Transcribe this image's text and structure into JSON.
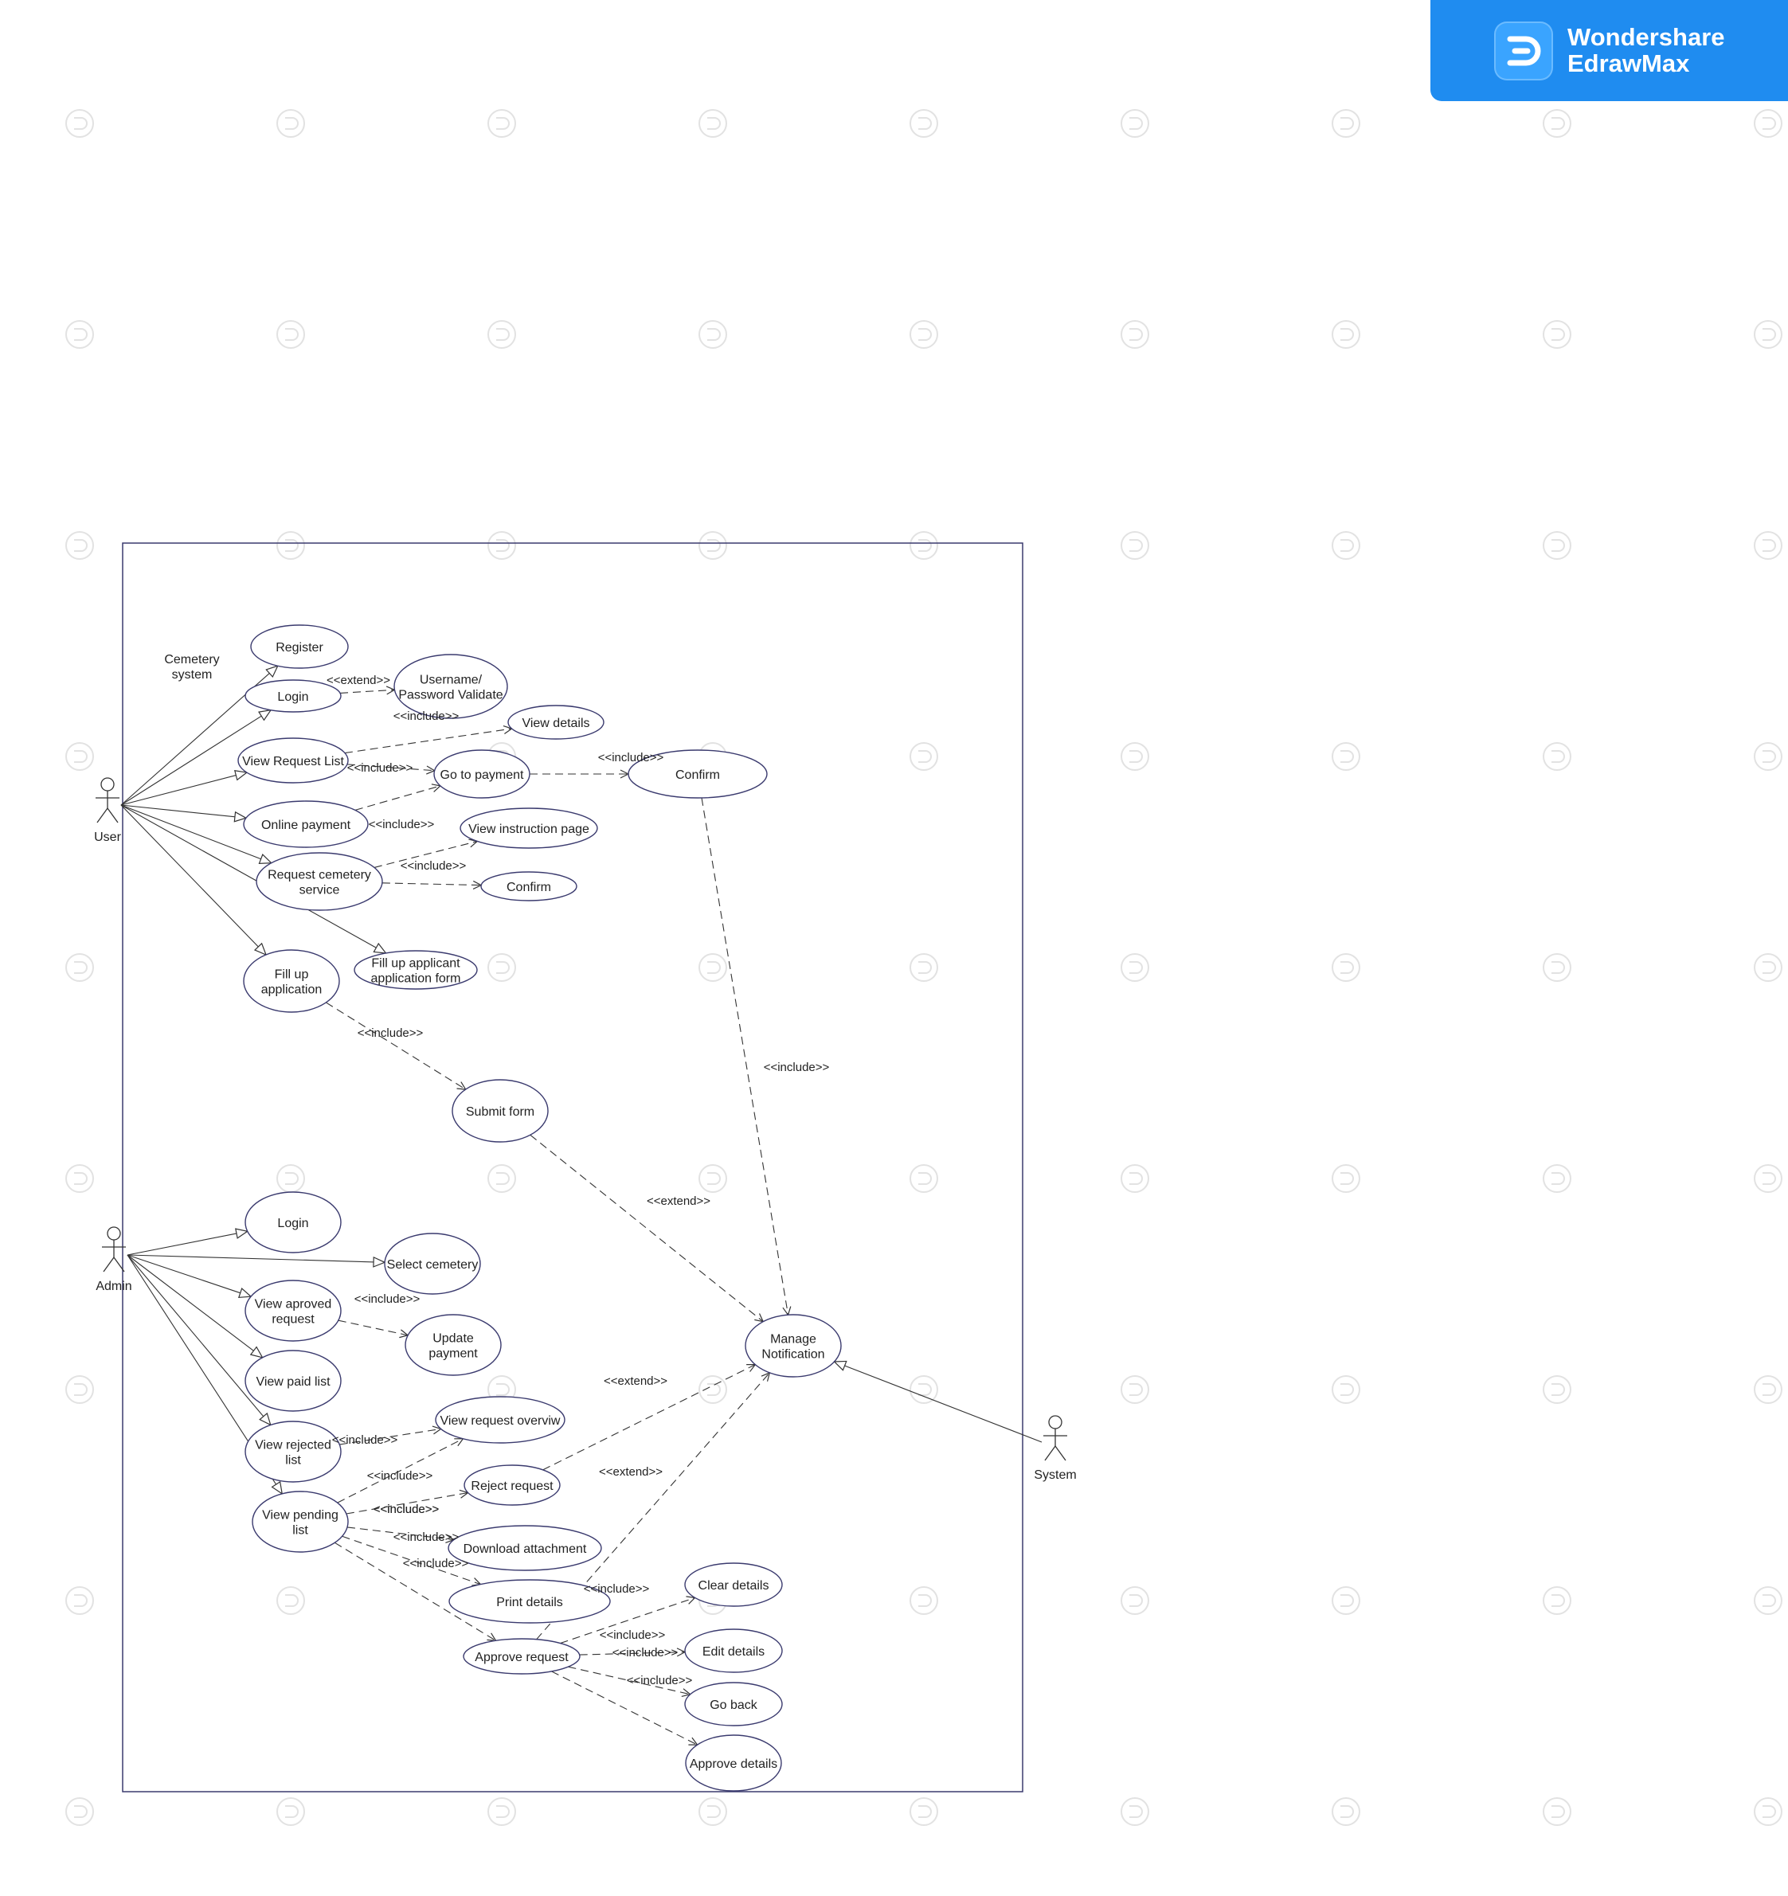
{
  "brand": {
    "line1": "Wondershare",
    "line2": "EdrawMax"
  },
  "system": {
    "label_line1": "Cemetery",
    "label_line2": "system"
  },
  "actors": [
    {
      "id": "user",
      "label": "User"
    },
    {
      "id": "admin",
      "label": "Admin"
    },
    {
      "id": "system",
      "label": "System"
    }
  ],
  "use_cases": [
    {
      "id": "register",
      "lines": [
        "Register"
      ]
    },
    {
      "id": "login-user",
      "lines": [
        "Login"
      ]
    },
    {
      "id": "validate",
      "lines": [
        "Username/",
        "Password Validate"
      ]
    },
    {
      "id": "view-details",
      "lines": [
        "View details"
      ]
    },
    {
      "id": "view-request-list",
      "lines": [
        "View Request List"
      ]
    },
    {
      "id": "go-to-payment",
      "lines": [
        "Go to payment"
      ]
    },
    {
      "id": "confirm-payment",
      "lines": [
        "Confirm"
      ]
    },
    {
      "id": "online-payment",
      "lines": [
        "Online payment"
      ]
    },
    {
      "id": "view-instruction",
      "lines": [
        "View instruction page"
      ]
    },
    {
      "id": "request-service",
      "lines": [
        "Request cemetery",
        "service"
      ]
    },
    {
      "id": "confirm-service",
      "lines": [
        "Confirm"
      ]
    },
    {
      "id": "fill-up-application",
      "lines": [
        "Fill up",
        "application"
      ]
    },
    {
      "id": "fill-up-form",
      "lines": [
        "Fill up applicant",
        "application form"
      ]
    },
    {
      "id": "submit-form",
      "lines": [
        "Submit form"
      ]
    },
    {
      "id": "login-admin",
      "lines": [
        "Login"
      ]
    },
    {
      "id": "select-cemetery",
      "lines": [
        "Select cemetery"
      ]
    },
    {
      "id": "view-approved",
      "lines": [
        "View aproved",
        "request"
      ]
    },
    {
      "id": "update-payment",
      "lines": [
        "Update",
        "payment"
      ]
    },
    {
      "id": "view-paid",
      "lines": [
        "View paid list"
      ]
    },
    {
      "id": "manage-notification",
      "lines": [
        "Manage",
        "Notification"
      ]
    },
    {
      "id": "view-rejected",
      "lines": [
        "View rejected",
        "list"
      ]
    },
    {
      "id": "view-overview",
      "lines": [
        "View request overviw"
      ]
    },
    {
      "id": "reject-request",
      "lines": [
        "Reject request"
      ]
    },
    {
      "id": "view-pending",
      "lines": [
        "View pending",
        "list"
      ]
    },
    {
      "id": "download-attachment",
      "lines": [
        "Download attachment"
      ]
    },
    {
      "id": "print-details",
      "lines": [
        "Print details"
      ]
    },
    {
      "id": "clear-details",
      "lines": [
        "Clear details"
      ]
    },
    {
      "id": "approve-request",
      "lines": [
        "Approve request"
      ]
    },
    {
      "id": "edit-details",
      "lines": [
        "Edit details"
      ]
    },
    {
      "id": "go-back",
      "lines": [
        "Go back"
      ]
    },
    {
      "id": "approve-details",
      "lines": [
        "Approve details"
      ]
    }
  ],
  "associations": [
    {
      "from": "user",
      "to": "register"
    },
    {
      "from": "user",
      "to": "login-user"
    },
    {
      "from": "user",
      "to": "view-request-list"
    },
    {
      "from": "user",
      "to": "online-payment"
    },
    {
      "from": "user",
      "to": "request-service"
    },
    {
      "from": "user",
      "to": "fill-up-application"
    },
    {
      "from": "user",
      "to": "fill-up-form"
    },
    {
      "from": "admin",
      "to": "login-admin"
    },
    {
      "from": "admin",
      "to": "select-cemetery"
    },
    {
      "from": "admin",
      "to": "view-approved"
    },
    {
      "from": "admin",
      "to": "view-paid"
    },
    {
      "from": "admin",
      "to": "view-rejected"
    },
    {
      "from": "admin",
      "to": "view-pending"
    },
    {
      "from": "system",
      "to": "manage-notification"
    }
  ],
  "relations": [
    {
      "from": "login-user",
      "to": "validate",
      "label": "<<extend>>"
    },
    {
      "from": "view-request-list",
      "to": "view-details",
      "label": "<<include>>"
    },
    {
      "from": "view-request-list",
      "to": "go-to-payment",
      "label": "<<include>>"
    },
    {
      "from": "go-to-payment",
      "to": "confirm-payment",
      "label": "<<include>>"
    },
    {
      "from": "online-payment",
      "to": "go-to-payment",
      "label": "<<include>>"
    },
    {
      "from": "request-service",
      "to": "view-instruction",
      "label": "<<include>>"
    },
    {
      "from": "request-service",
      "to": "confirm-service",
      "label": ""
    },
    {
      "from": "fill-up-application",
      "to": "submit-form",
      "label": "<<include>>"
    },
    {
      "from": "confirm-payment",
      "to": "manage-notification",
      "label": "<<include>>"
    },
    {
      "from": "submit-form",
      "to": "manage-notification",
      "label": "<<extend>>"
    },
    {
      "from": "view-approved",
      "to": "update-payment",
      "label": "<<include>>"
    },
    {
      "from": "view-rejected",
      "to": "view-overview",
      "label": "<<include>>"
    },
    {
      "from": "view-pending",
      "to": "view-overview",
      "label": "<<include>>"
    },
    {
      "from": "view-pending",
      "to": "reject-request",
      "label": "<<include>>"
    },
    {
      "from": "view-pending",
      "to": "download-attachment",
      "label": "<<include>>"
    },
    {
      "from": "view-pending",
      "to": "print-details",
      "label": "<<include>>"
    },
    {
      "from": "view-pending",
      "to": "approve-request",
      "label": ""
    },
    {
      "from": "reject-request",
      "to": "manage-notification",
      "label": "<<extend>>"
    },
    {
      "from": "approve-request",
      "to": "manage-notification",
      "label": "<<extend>>"
    },
    {
      "from": "approve-request",
      "to": "clear-details",
      "label": "<<include>>"
    },
    {
      "from": "approve-request",
      "to": "edit-details",
      "label": "<<include>>"
    },
    {
      "from": "approve-request",
      "to": "go-back",
      "label": "<<include>>"
    },
    {
      "from": "approve-request",
      "to": "approve-details",
      "label": ""
    }
  ],
  "extra_labels": [
    "<<include>>",
    "<<include>>"
  ],
  "colors": {
    "outline": "#3a3a6e",
    "line": "#333333",
    "brand": "#1f8cf0"
  }
}
